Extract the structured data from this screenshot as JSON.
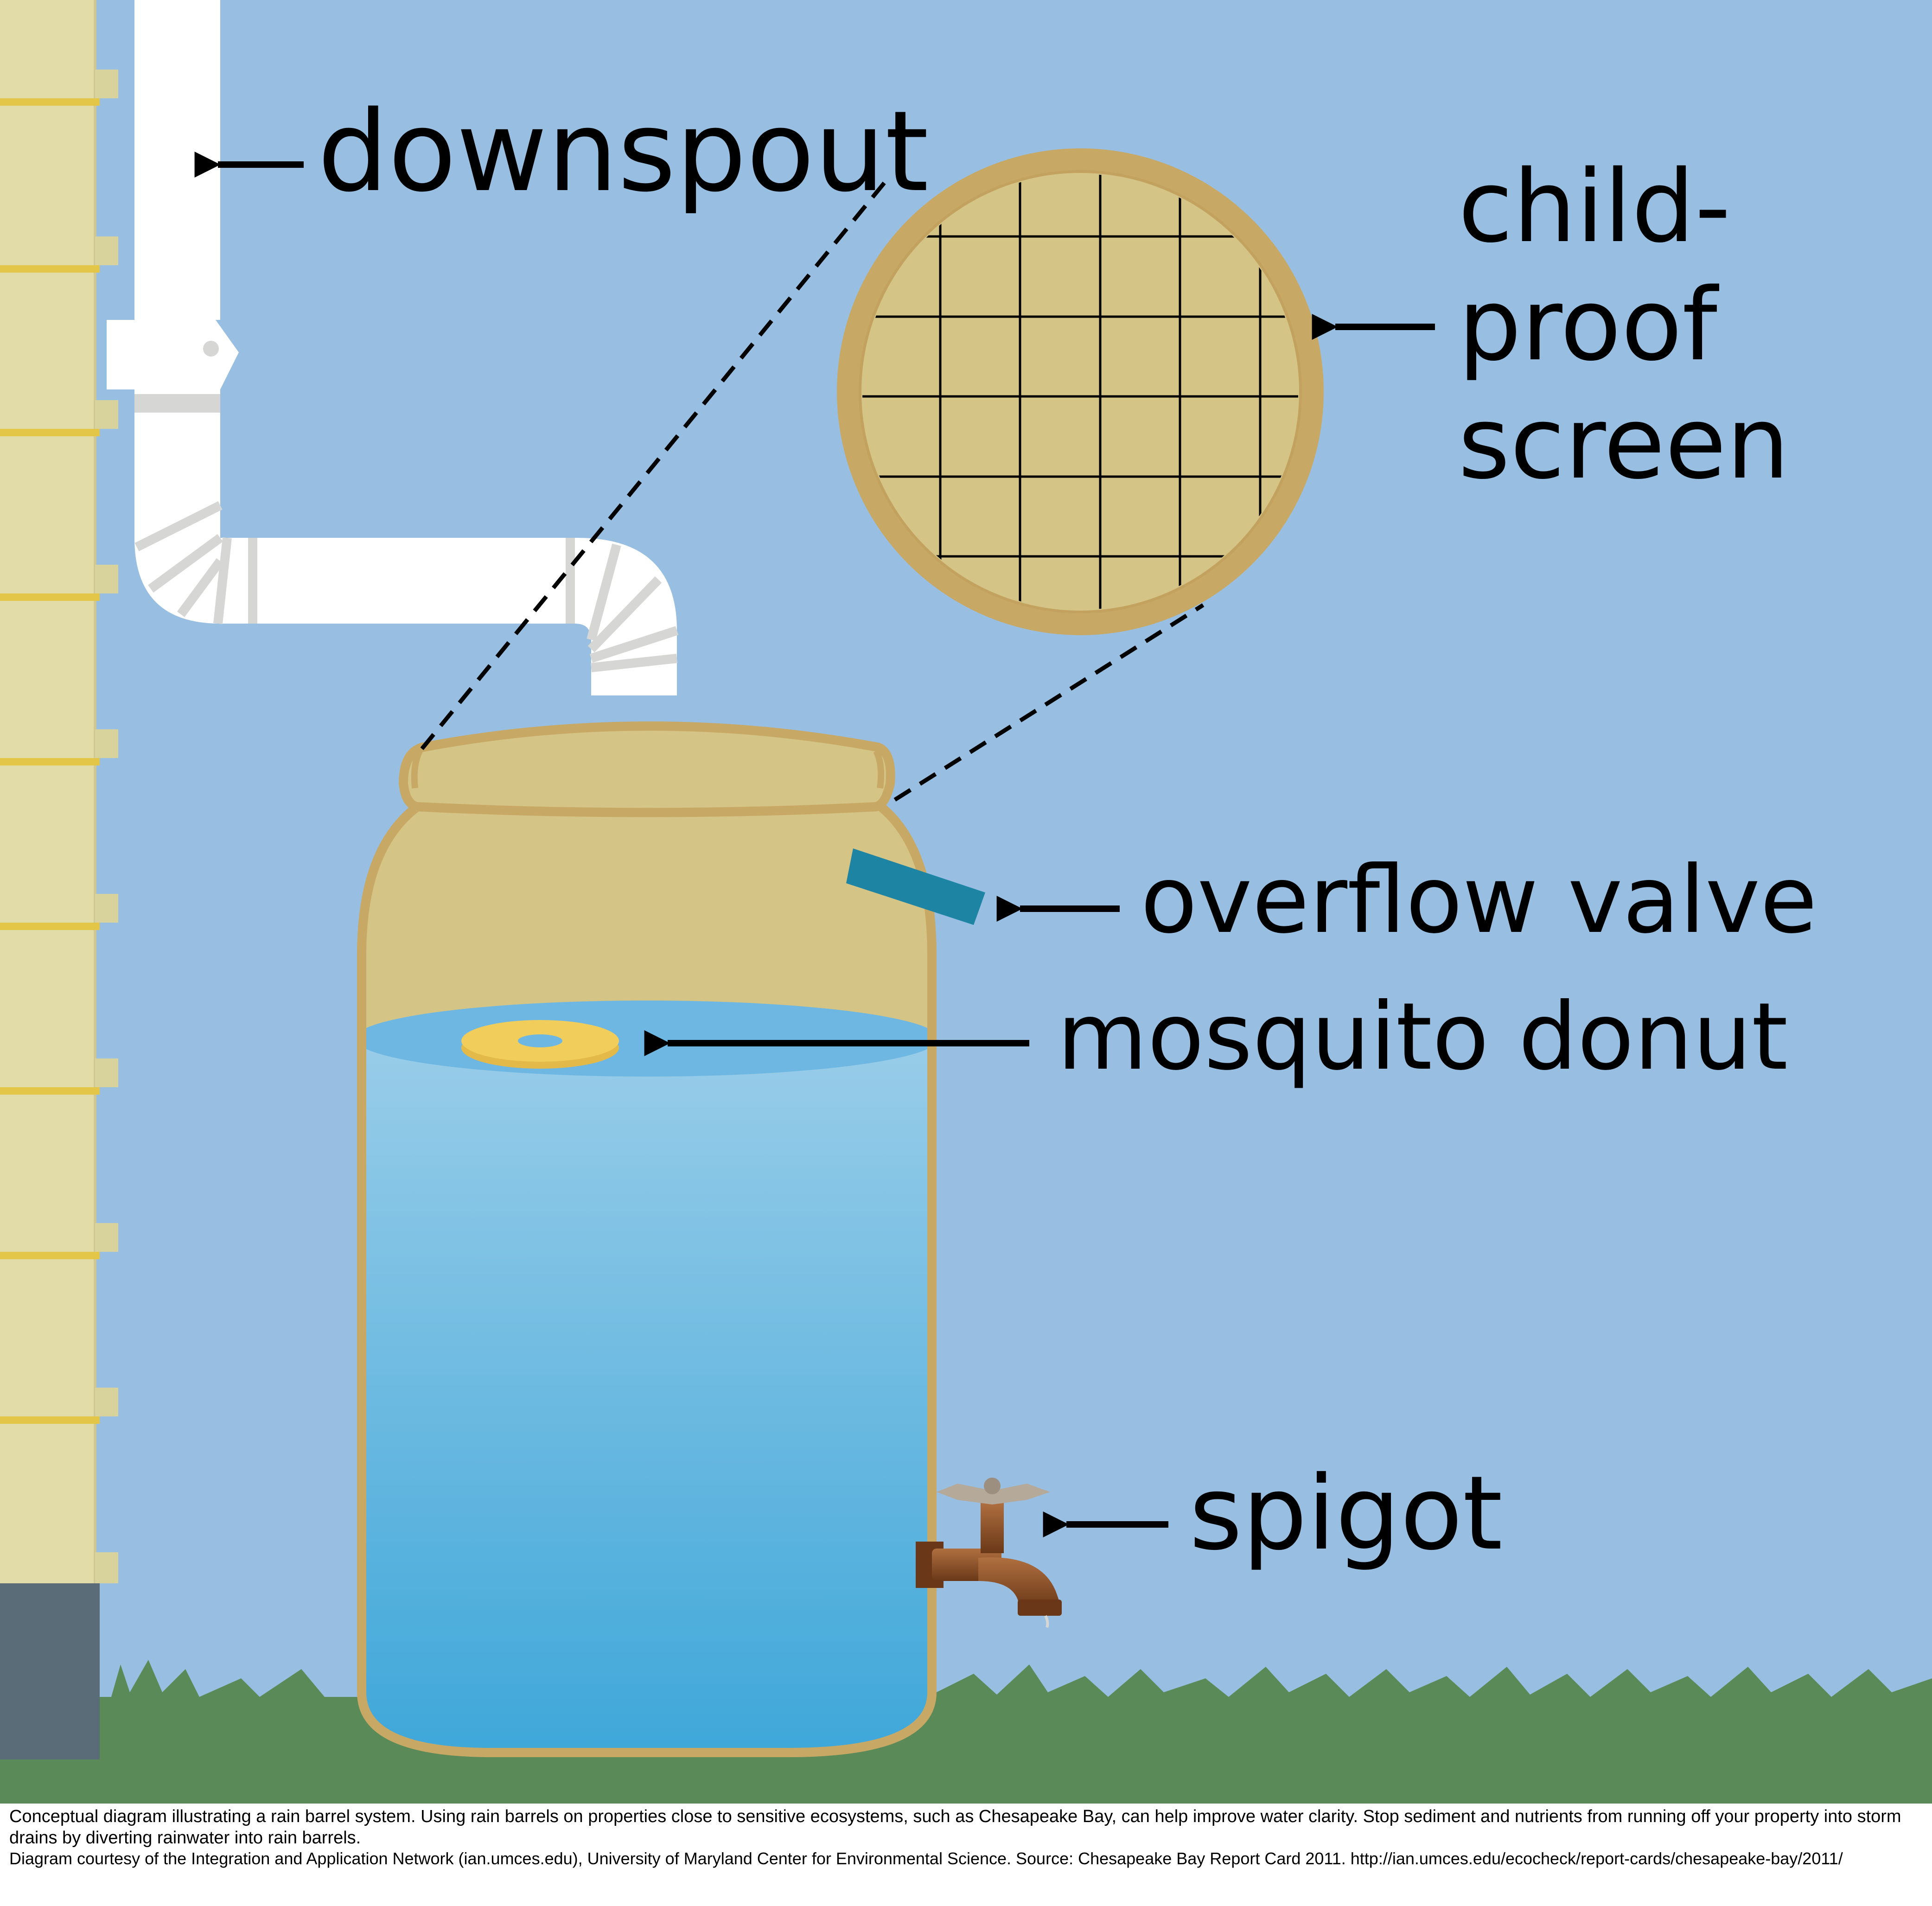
{
  "labels": {
    "downspout": "downspout",
    "screen_line1": "child-",
    "screen_line2": "proof",
    "screen_line3": "screen",
    "overflow_valve": "overflow valve",
    "mosquito_donut": "mosquito donut",
    "spigot": "spigot"
  },
  "caption": {
    "description": "Conceptual diagram illustrating a rain barrel system. Using rain barrels on properties close to sensitive ecosystems, such as Chesapeake Bay, can help improve water clarity. Stop sediment and nutrients from running off  your property into storm drains by diverting rainwater  into rain barrels.",
    "credit": "Diagram courtesy of the Integration and Application Network (ian.umces.edu), University of Maryland Center for Environmental Science. Source: Chesapeake Bay Report Card 2011. http://ian.umces.edu/ecocheck/report-cards/chesapeake-bay/2011/"
  },
  "colors": {
    "sky": "#98bfe2",
    "grass": "#5a8a57",
    "siding": "#e1dca8",
    "siding_accent": "#e3c647",
    "downspout": "#ffffff",
    "downspout_ribs": "#d6d6d4",
    "barrel_fill": "#d4c486",
    "barrel_outline": "#c8a865",
    "water_top": "#9acde9",
    "water_bottom": "#3ea7d9",
    "water_surface": "#6db7e2",
    "donut": "#f1cd5b",
    "overflow_valve": "#1d84a4",
    "spigot": "#8a4e26",
    "foundation": "#5a6c78"
  }
}
